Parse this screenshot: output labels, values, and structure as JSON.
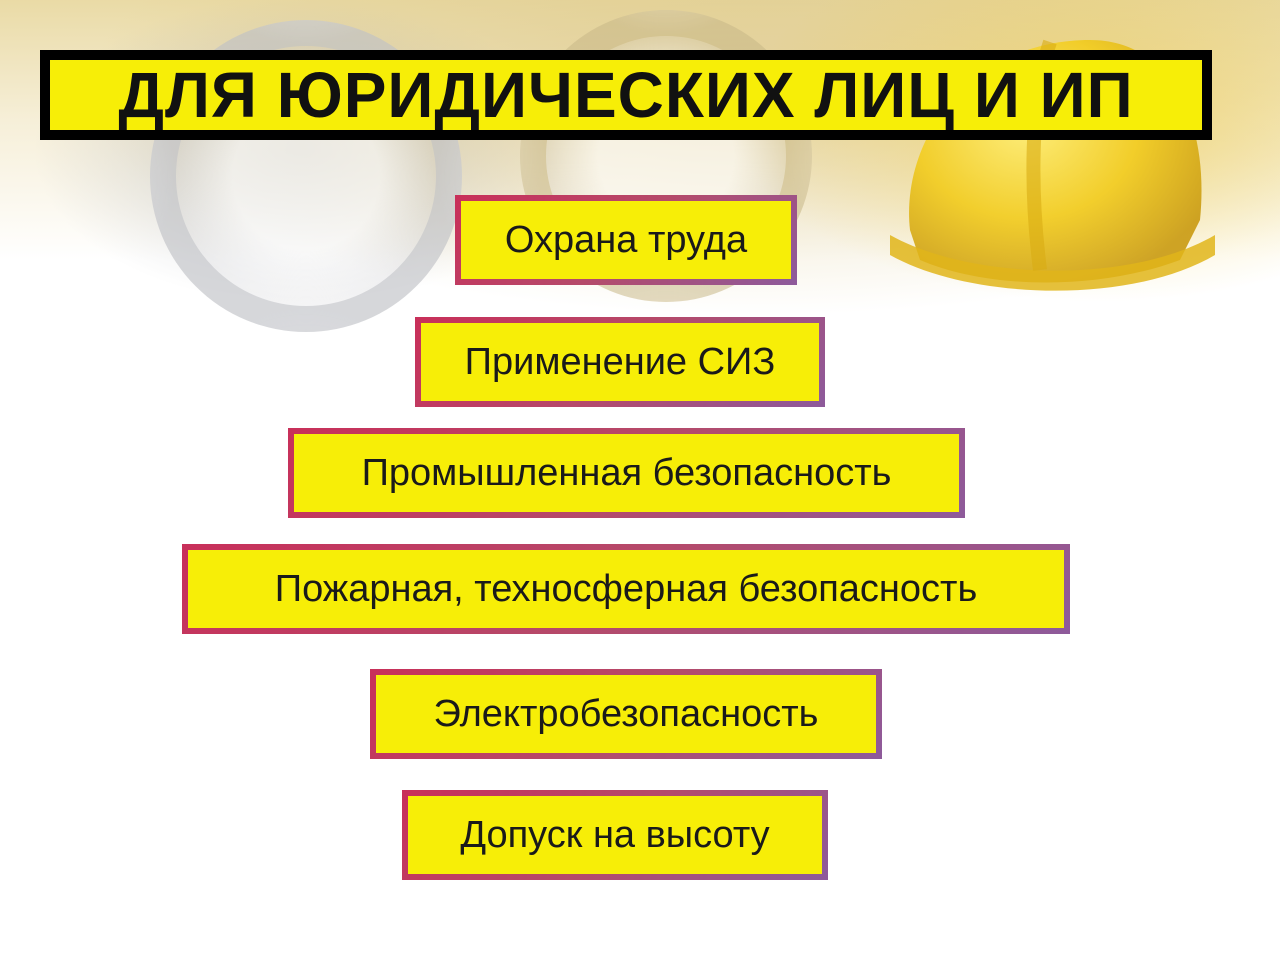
{
  "page": {
    "title": "ДЛЯ ЮРИДИЧЕСКИХ ЛИЦ И ИП"
  },
  "colors": {
    "accent_yellow": "#f7ee07",
    "border_magenta": "#c0395c",
    "title_frame": "#000000"
  },
  "background": {
    "icons": [
      "pipe-icon",
      "hard-hat-icon"
    ]
  },
  "services": [
    {
      "label": "Охрана труда"
    },
    {
      "label": "Применение СИЗ"
    },
    {
      "label": "Промышленная безопасность"
    },
    {
      "label": "Пожарная, техносферная безопасность"
    },
    {
      "label": "Электробезопасность"
    },
    {
      "label": "Допуск на высоту"
    }
  ]
}
